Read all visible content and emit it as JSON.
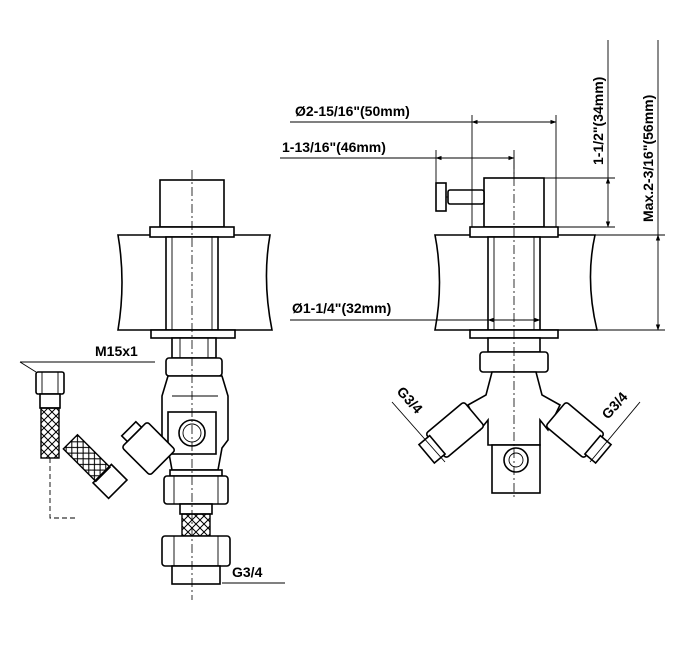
{
  "dimensions": {
    "flange_diameter": "Ø2-15/16\"(50mm)",
    "spout_projection": "1-13/16\"(46mm)",
    "shank_diameter": "Ø1-1/4\"(32mm)",
    "body_height": "1-1/2\"(34mm)",
    "max_thickness": "Max.2-3/16\"(56mm)",
    "hose_thread": "M15x1",
    "outlet_thread_side": "G3/4",
    "inlet_thread_left": "G3/4",
    "inlet_thread_right": "G3/4"
  }
}
